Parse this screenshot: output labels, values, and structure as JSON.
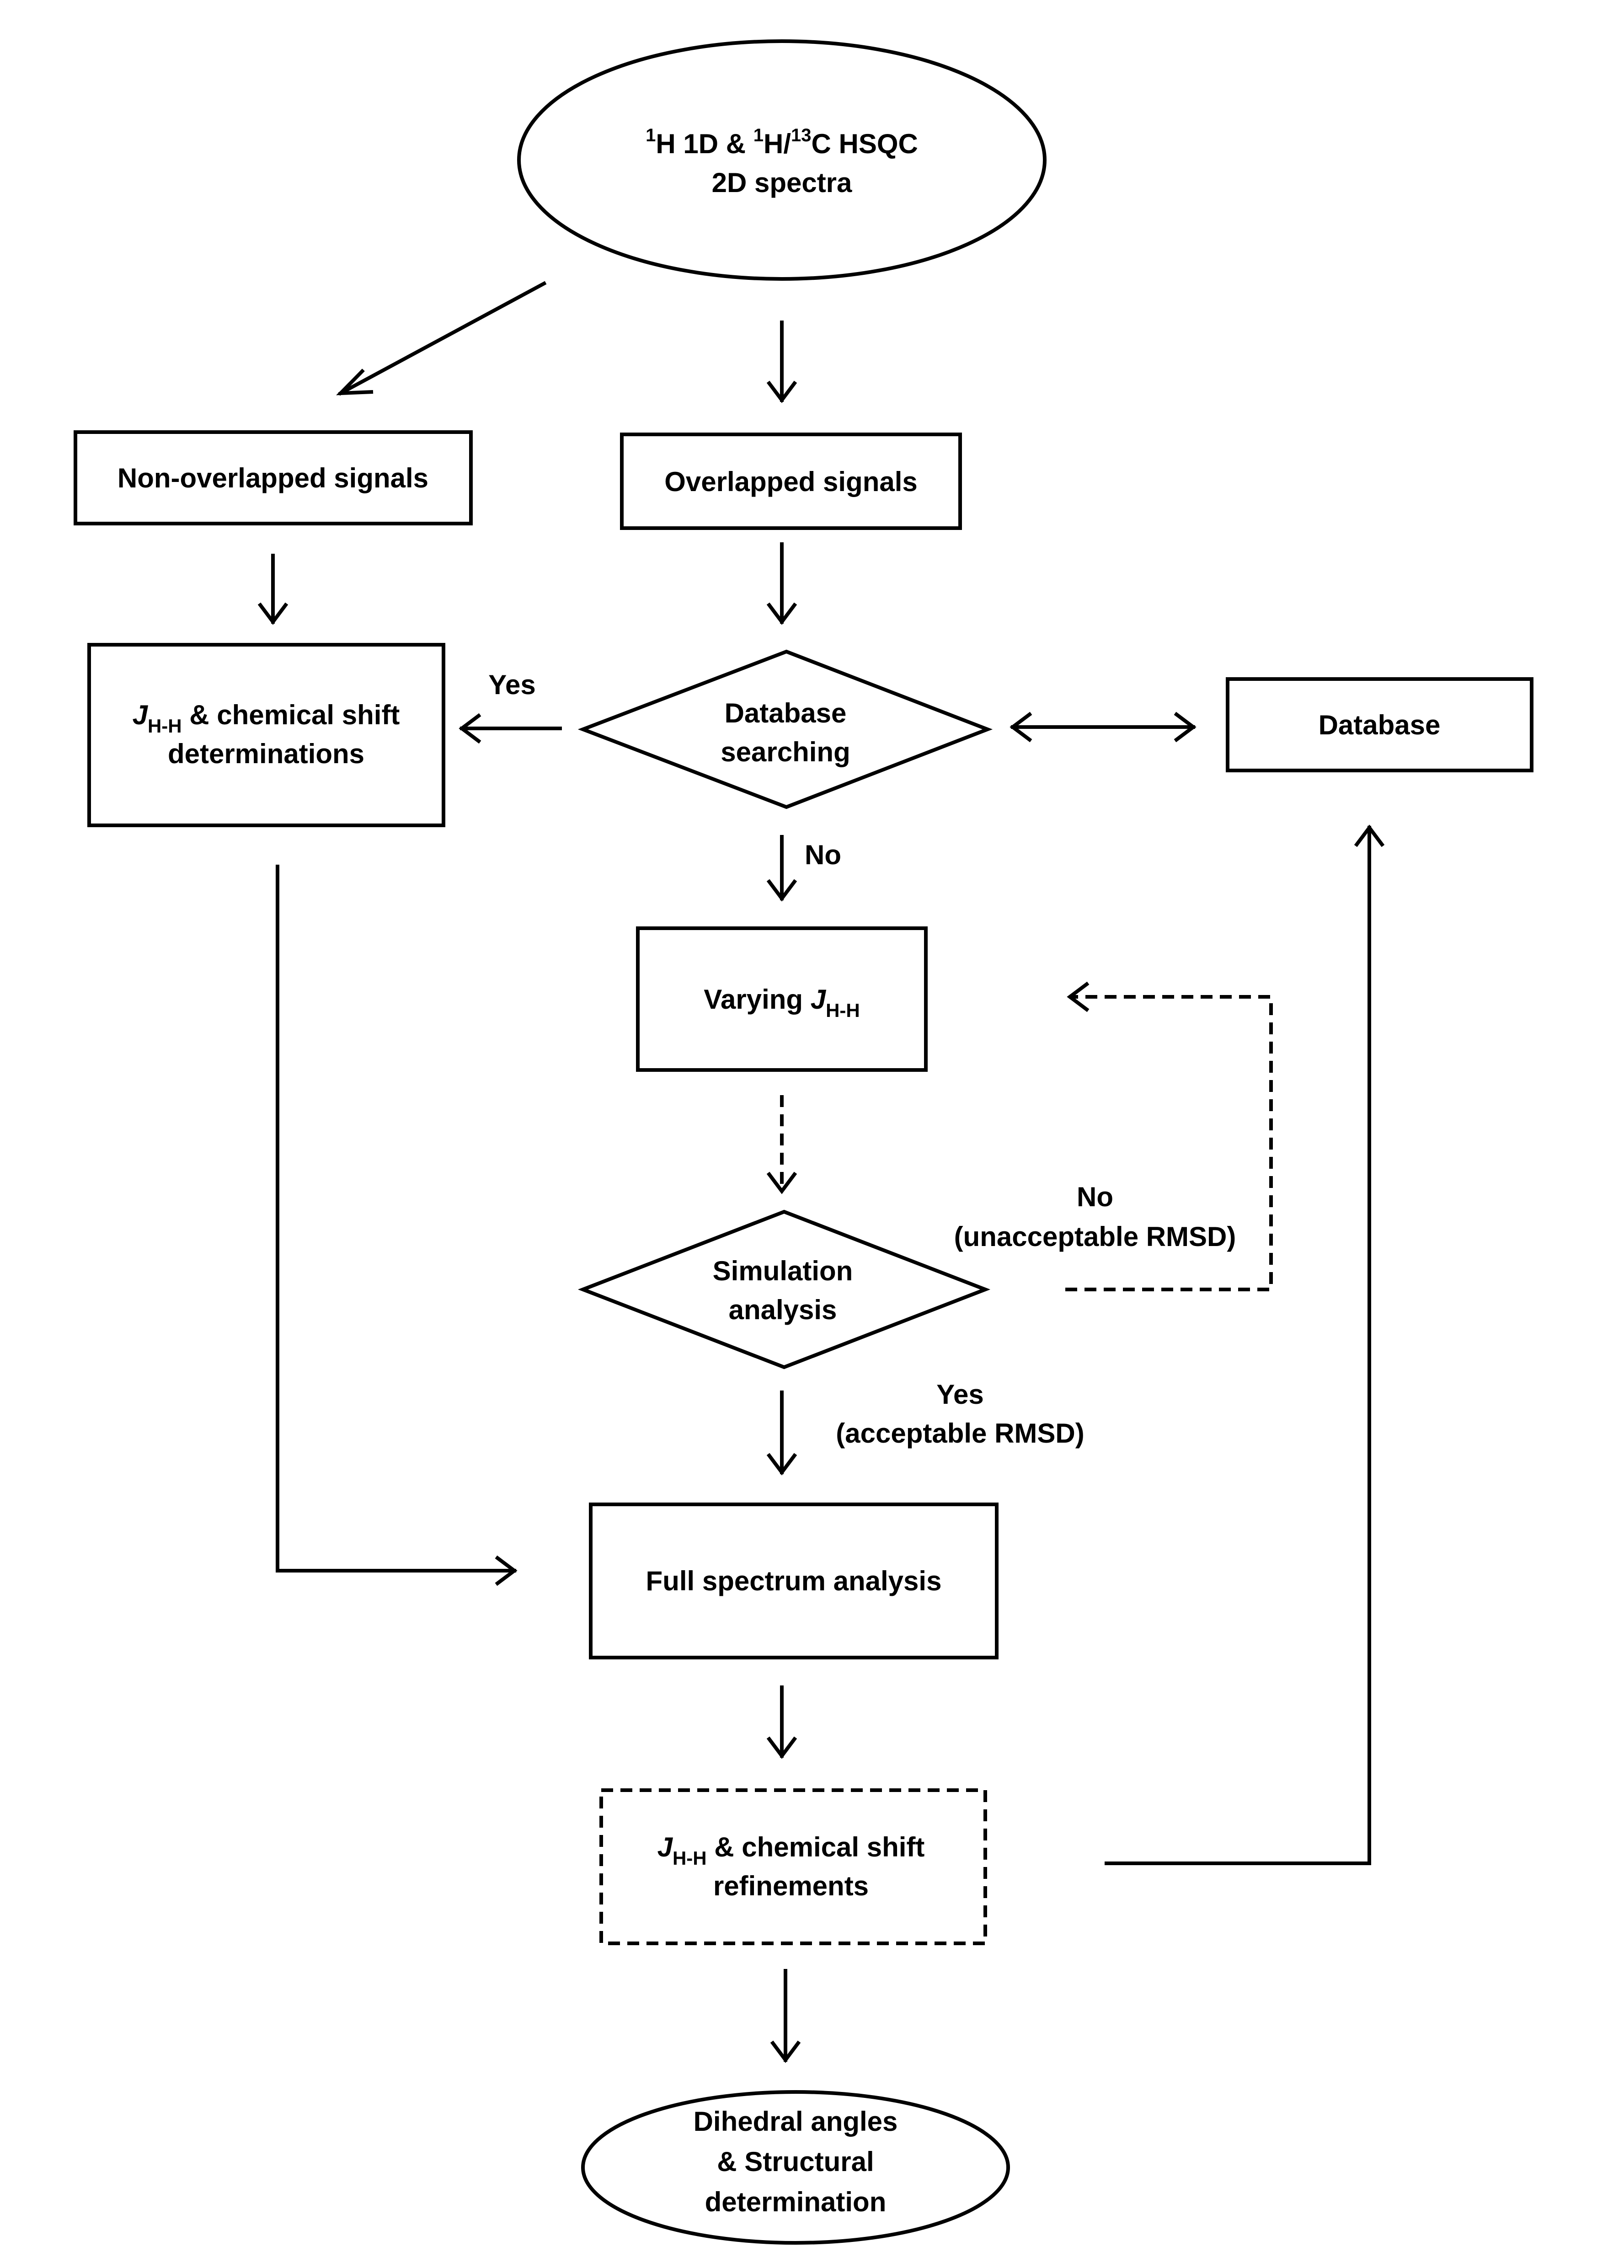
{
  "nodes": {
    "start": {
      "sup1": "1",
      "part_a": "H 1D & ",
      "sup2": "1",
      "part_b": "H/",
      "sup3": "13",
      "part_c": "C HSQC",
      "line2": "2D spectra"
    },
    "non_overlapped": {
      "label": "Non-overlapped signals"
    },
    "overlapped": {
      "label": "Overlapped signals"
    },
    "jhh_determinations": {
      "symbol": "J",
      "symbol_sub": "H-H",
      "line1_rest": " & chemical shift",
      "line2": "determinations"
    },
    "database_searching": {
      "line1": "Database",
      "line2": "searching"
    },
    "database": {
      "label": "Database"
    },
    "varying_jhh": {
      "prefix": "Varying ",
      "symbol": "J",
      "symbol_sub": "H-H"
    },
    "simulation_analysis": {
      "line1": "Simulation",
      "line2": "analysis"
    },
    "full_spectrum": {
      "label": "Full spectrum analysis"
    },
    "jhh_refinements": {
      "symbol": "J",
      "symbol_sub": "H-H",
      "line1_rest": " & chemical shift",
      "line2": "refinements"
    },
    "end": {
      "line1": "Dihedral angles",
      "line2": "& Structural",
      "line3": "determination"
    }
  },
  "edge_labels": {
    "yes": "Yes",
    "no": "No",
    "no_loop_line1": "No",
    "no_loop_line2": "(unacceptable RMSD)",
    "yes_accept_line1": "Yes",
    "yes_accept_line2": "(acceptable RMSD)"
  },
  "colors": {
    "stroke": "#000000",
    "background": "#ffffff"
  }
}
